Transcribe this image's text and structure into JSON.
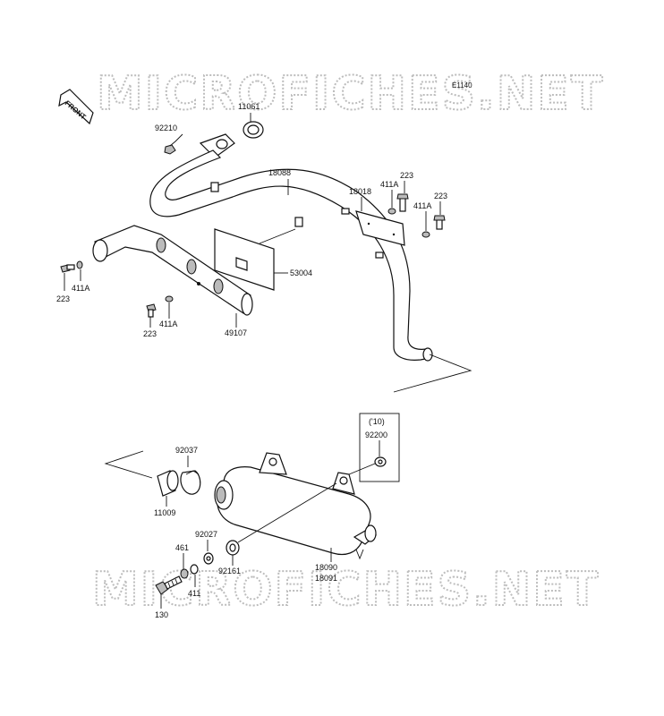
{
  "watermarks": [
    "MICROFICHES.NET",
    "MICROFICHES.NET"
  ],
  "diagram_code": "E1140",
  "front_arrow": "FRONT",
  "variant_note": "('10)",
  "labels": {
    "p11061": "11061",
    "p92210": "92210",
    "p18088": "18088",
    "p223a": "223",
    "p411Aa": "411A",
    "p18018": "18018",
    "p223b": "223",
    "p411Ab": "411A",
    "p223c": "223",
    "p411Ac": "411A",
    "p53004": "53004",
    "p411Ad": "411A",
    "p223d": "223",
    "p49107": "49107",
    "p92200": "92200",
    "p92037": "92037",
    "p11009": "11009",
    "p92027": "92027",
    "p461": "461",
    "p92161": "92161",
    "p411": "411",
    "p18090": "18090",
    "p18091": "18091",
    "p130": "130"
  }
}
